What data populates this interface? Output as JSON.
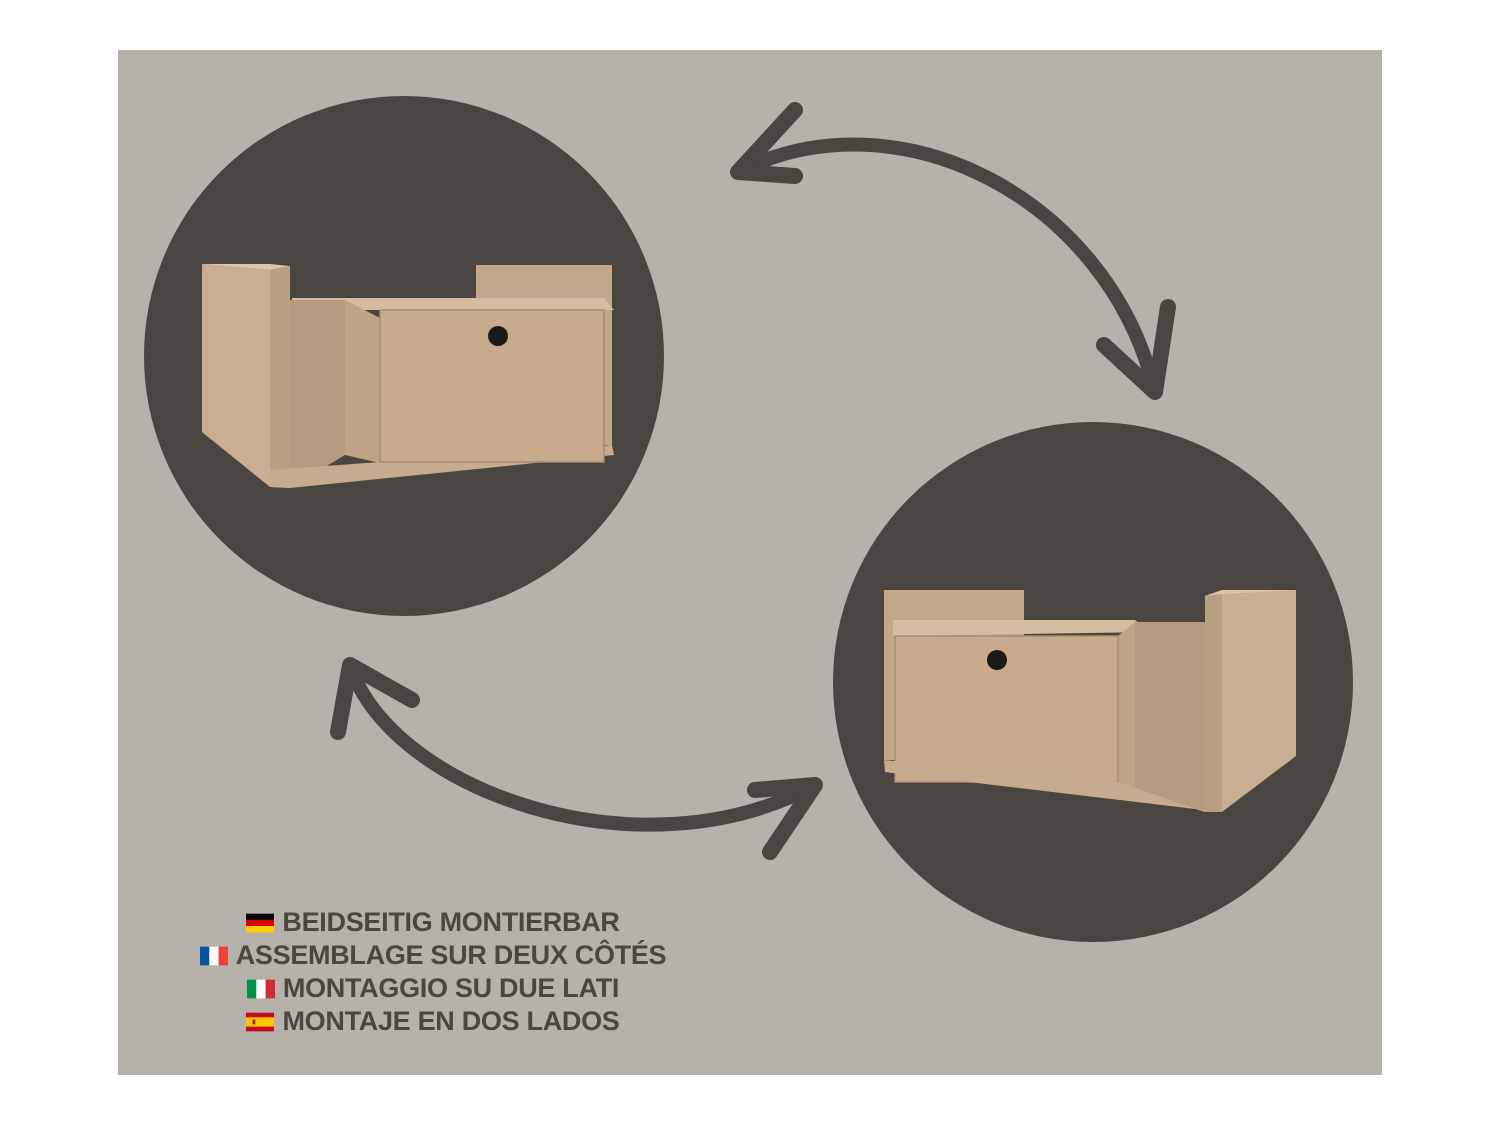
{
  "colors": {
    "background": "#b6b2aa",
    "circle": "#4b4541",
    "arrow": "#4b4541",
    "cabinet_front": "#cbb193",
    "cabinet_side": "#b59c81",
    "cabinet_inner": "#c2a88b",
    "knob": "#1c1a19",
    "text": "#4c4642"
  },
  "illustrations": [
    {
      "name": "cabinet-left-opening",
      "depicts": "floating nightstand with drawer, open shelf on left"
    },
    {
      "name": "cabinet-right-opening",
      "depicts": "floating nightstand with drawer, open shelf on right"
    }
  ],
  "captions": [
    {
      "flag": "germany-flag-icon",
      "text": "BEIDSEITIG MONTIERBAR"
    },
    {
      "flag": "france-flag-icon",
      "text": "ASSEMBLAGE SUR DEUX CÔTÉS"
    },
    {
      "flag": "italy-flag-icon",
      "text": "MONTAGGIO SU DUE LATI"
    },
    {
      "flag": "spain-flag-icon",
      "text": "MONTAJE EN DOS LADOS"
    }
  ]
}
